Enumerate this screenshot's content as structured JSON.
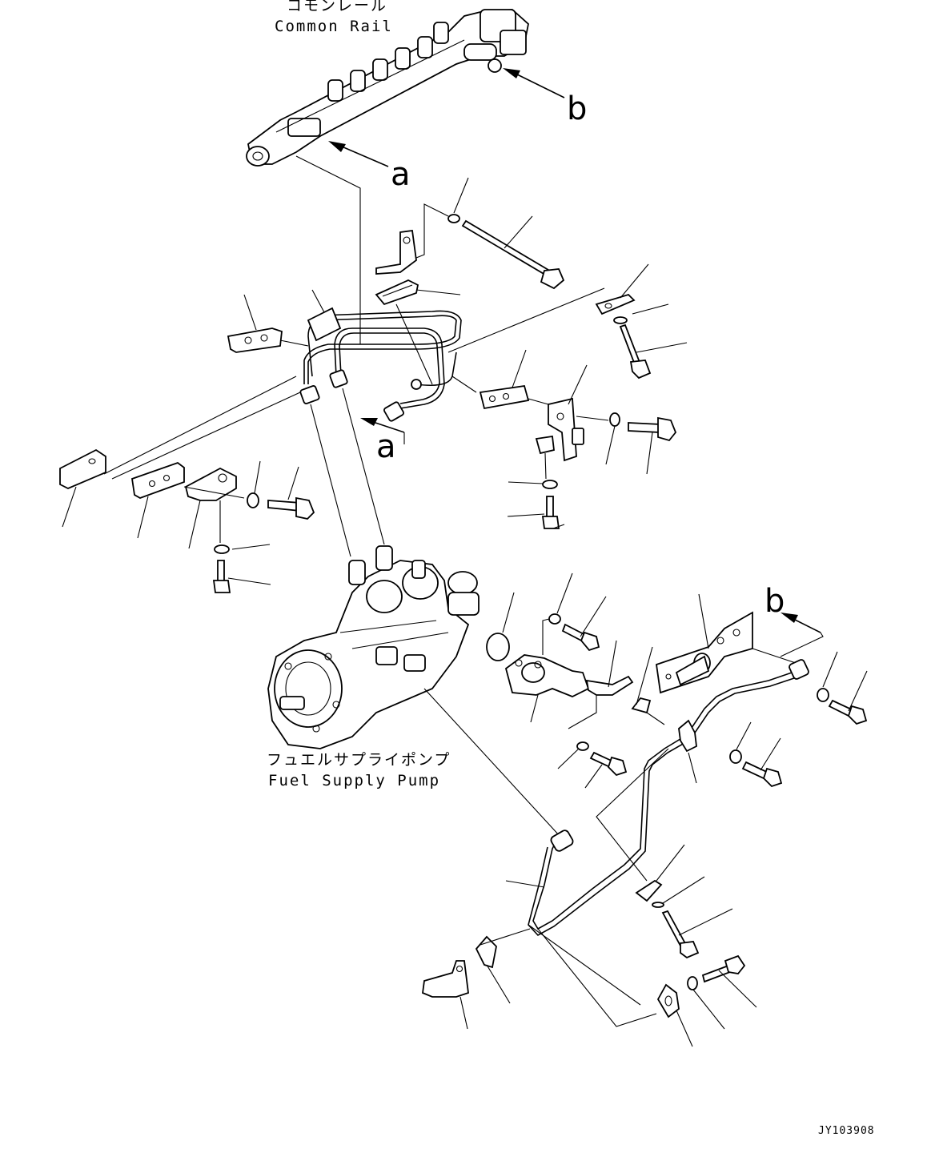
{
  "labels": {
    "common_rail_jp": "コモンレール",
    "common_rail_en": "Common Rail",
    "pump_jp": "フュエルサプライポンプ",
    "pump_en": "Fuel Supply Pump",
    "ref_a": "a",
    "ref_b": "b",
    "drawing_code": "JY103908"
  },
  "icons": [
    "common-rail-icon",
    "fuel-supply-pump-icon",
    "bolt-icon",
    "washer-icon",
    "clamp-icon",
    "bracket-icon",
    "fuel-pipe-icon"
  ]
}
